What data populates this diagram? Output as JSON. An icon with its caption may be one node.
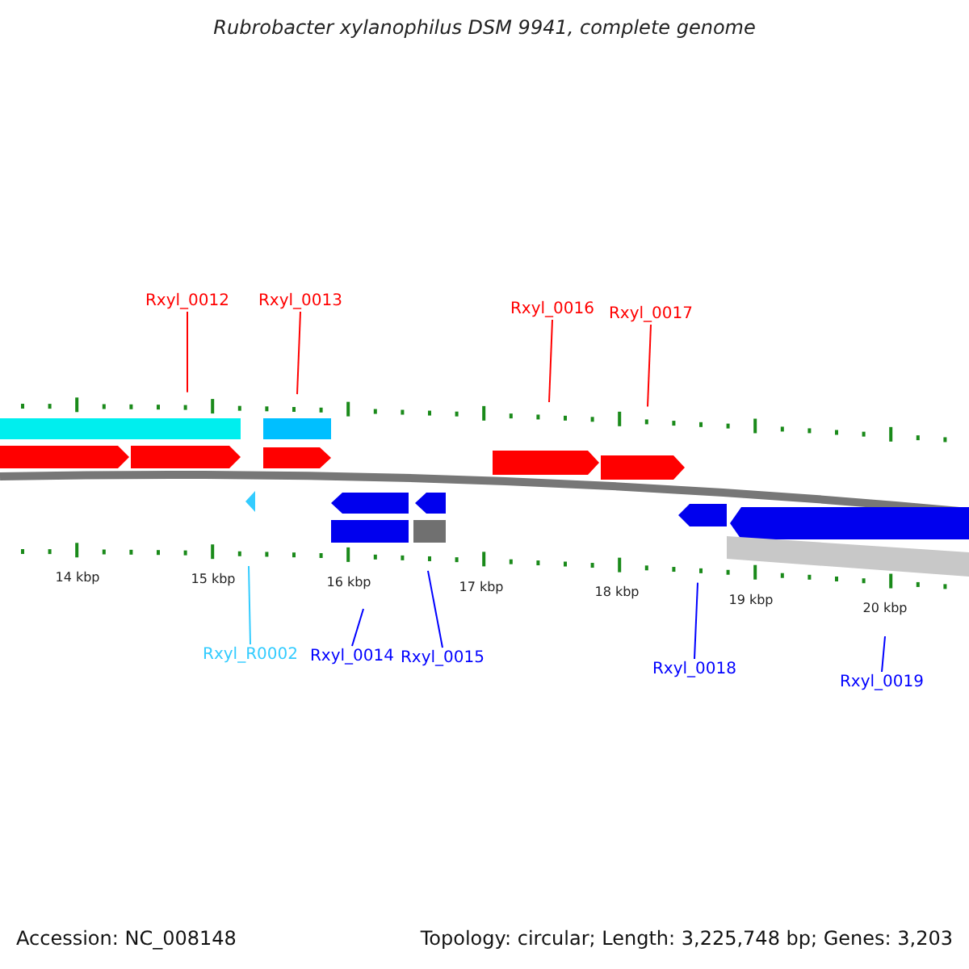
{
  "diagram": {
    "title": "Rubrobacter xylanophilus DSM 9941, complete genome",
    "nodes": [
      {
        "text": [
          "Rxyl_0012"
        ]
      },
      {
        "text": [
          "Rxyl_0013"
        ]
      },
      {
        "text": [
          "Rxyl_0016"
        ]
      },
      {
        "text": [
          "Rxyl_0017"
        ]
      },
      {
        "text": [
          "Rxyl_R0002"
        ]
      },
      {
        "text": [
          "Rxyl_0014"
        ]
      },
      {
        "text": [
          "Rxyl_0015"
        ]
      },
      {
        "text": [
          "Rxyl_0018"
        ]
      },
      {
        "text": [
          "Rxyl_0019"
        ]
      }
    ],
    "edges": [
      {
        "from": 0,
        "to": null,
        "arrow": "none",
        "color": "#ff0000"
      },
      {
        "from": 1,
        "to": null,
        "arrow": "none",
        "color": "#ff0000"
      },
      {
        "from": 2,
        "to": null,
        "arrow": "none",
        "color": "#ff0000"
      },
      {
        "from": 3,
        "to": null,
        "arrow": "none",
        "color": "#ff0000"
      },
      {
        "from": 4,
        "to": null,
        "arrow": "none",
        "color": "#33ccff"
      },
      {
        "from": 5,
        "to": null,
        "arrow": "none",
        "color": "#0000ff"
      },
      {
        "from": 6,
        "to": null,
        "arrow": "none",
        "color": "#0000ff"
      },
      {
        "from": 7,
        "to": null,
        "arrow": "none",
        "color": "#0000ff"
      },
      {
        "from": 8,
        "to": null,
        "arrow": "none",
        "color": "#0000ff"
      }
    ],
    "labels": [
      "14 kbp",
      "15 kbp",
      "16 kbp",
      "17 kbp",
      "18 kbp",
      "19 kbp",
      "20 kbp",
      "Accession: NC_008148",
      "Topology: circular; Length: 3,225,748 bp; Genes: 3,203"
    ]
  }
}
